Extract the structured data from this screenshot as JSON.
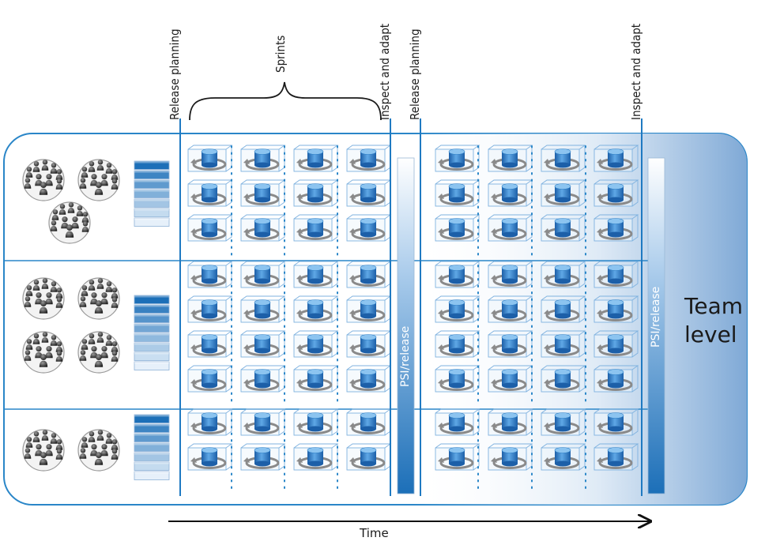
{
  "labels": {
    "release_planning_1": "Release planning",
    "inspect_adapt_1": "Inspect and adapt",
    "release_planning_2": "Release planning",
    "inspect_adapt_2": "Inspect and adapt",
    "sprints": "Sprints",
    "psi_release_1": "PSI/release",
    "psi_release_2": "PSI/release",
    "team_level_line1": "Team",
    "team_level_line2": "level",
    "time": "Time"
  },
  "teams": [
    {
      "people_groups": 3,
      "backlog_items": 7,
      "stories_per_sprint": 3
    },
    {
      "people_groups": 4,
      "backlog_items": 8,
      "stories_per_sprint": 4
    },
    {
      "people_groups": 2,
      "backlog_items": 7,
      "stories_per_sprint": 2
    }
  ],
  "releases": [
    {
      "sprints": 4
    },
    {
      "sprints": 4
    }
  ],
  "icons": {
    "team": "team-group-icon",
    "backlog": "backlog-stack-icon",
    "story": "story-cylinder-icon"
  },
  "colors": {
    "frame": "#2a86c8",
    "accent": "#1f7ac2",
    "psi_dark": "#1c6fb8",
    "fade": "#8fb6dd"
  }
}
